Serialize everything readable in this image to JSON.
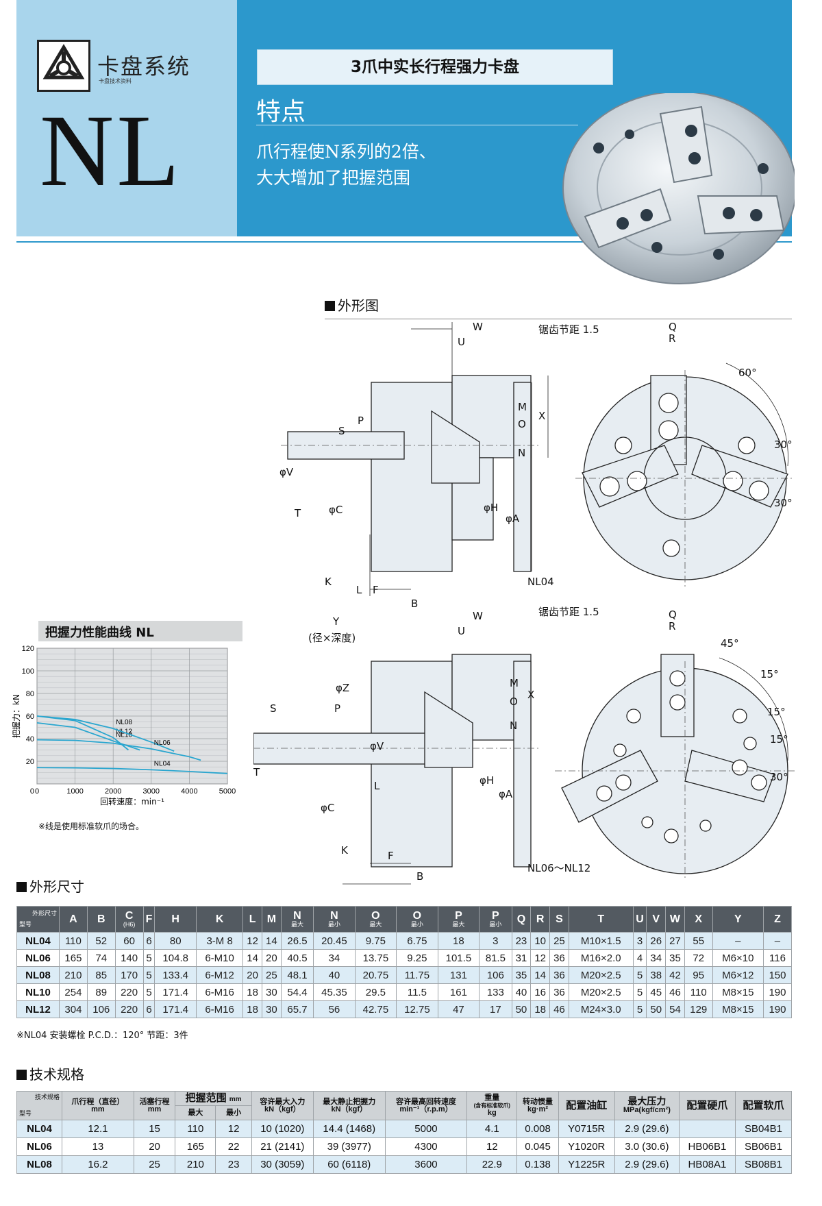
{
  "header": {
    "brand": "卡盘系统",
    "brand_sub": "卡盘技术资料",
    "model": "NL",
    "title": "3爪中实长行程强力卡盘",
    "feature_heading": "特点",
    "feature_lines": [
      "爪行程使N系列的2倍、",
      "大大增加了把握范围"
    ]
  },
  "icons": [
    "kitagawa-logo-icon",
    "chuck-photo"
  ],
  "colors": {
    "band_light": "#a9d5ec",
    "band_dark": "#2c98cc",
    "table_header": "#535a61",
    "row_tint": "#dcecf6"
  },
  "drawing": {
    "heading": "外形图",
    "top": {
      "labels": [
        "W",
        "U",
        "锯齿节距 1.5",
        "M",
        "O",
        "X",
        "P",
        "S",
        "N",
        "φV",
        "T",
        "φC",
        "φH",
        "φA",
        "K",
        "L",
        "F",
        "B",
        "NL04",
        "Q",
        "R",
        "60°",
        "30°",
        "30°"
      ]
    },
    "bottom": {
      "labels": [
        "Y",
        "(径×深度)",
        "W",
        "U",
        "锯齿节距 1.5",
        "φZ",
        "M",
        "O",
        "X",
        "P",
        "S",
        "N",
        "φV",
        "T",
        "L",
        "φH",
        "φA",
        "φC",
        "K",
        "F",
        "B",
        "NL06～NL12",
        "Q",
        "R",
        "45°",
        "15°",
        "15°",
        "15°",
        "30°"
      ]
    }
  },
  "chart_data": {
    "type": "line",
    "title": "把握力性能曲线 NL",
    "xlabel": "回转速度：min⁻¹",
    "ylabel": "把握力：kN",
    "xlim": [
      0,
      5000
    ],
    "ylim": [
      0,
      120
    ],
    "xticks": [
      0,
      1000,
      2000,
      3000,
      4000,
      5000
    ],
    "yticks": [
      20,
      40,
      60,
      80,
      100,
      120
    ],
    "grid": true,
    "note": "※线是使用标准软爪的场合。",
    "series": [
      {
        "name": "NL12",
        "x": [
          0,
          1000,
          2000,
          2400
        ],
        "y": [
          60,
          56,
          41,
          30
        ]
      },
      {
        "name": "NL10",
        "x": [
          0,
          1000,
          2000,
          2700
        ],
        "y": [
          54,
          50,
          38,
          30
        ]
      },
      {
        "name": "NL08",
        "x": [
          0,
          1000,
          2000,
          3000,
          3600
        ],
        "y": [
          60,
          57,
          49,
          37,
          29
        ]
      },
      {
        "name": "NL06",
        "x": [
          0,
          1000,
          2000,
          3000,
          4000,
          4300
        ],
        "y": [
          39,
          38.5,
          36,
          31,
          24,
          21
        ]
      },
      {
        "name": "NL04",
        "x": [
          0,
          1000,
          2000,
          3000,
          4000,
          5000
        ],
        "y": [
          14.4,
          14.2,
          13.6,
          12.5,
          11,
          9.2
        ]
      }
    ]
  },
  "dimensions": {
    "heading": "外形尺寸",
    "corner_top": "外形尺寸",
    "corner_bottom": "型号",
    "columns": [
      {
        "main": "A",
        "sub": ""
      },
      {
        "main": "B",
        "sub": ""
      },
      {
        "main": "C",
        "sub": "(H6)"
      },
      {
        "main": "F",
        "sub": ""
      },
      {
        "main": "H",
        "sub": ""
      },
      {
        "main": "K",
        "sub": ""
      },
      {
        "main": "L",
        "sub": ""
      },
      {
        "main": "M",
        "sub": ""
      },
      {
        "main": "N",
        "sub": "最大"
      },
      {
        "main": "N",
        "sub": "最小"
      },
      {
        "main": "O",
        "sub": "最大"
      },
      {
        "main": "O",
        "sub": "最小"
      },
      {
        "main": "P",
        "sub": "最大"
      },
      {
        "main": "P",
        "sub": "最小"
      },
      {
        "main": "Q",
        "sub": ""
      },
      {
        "main": "R",
        "sub": ""
      },
      {
        "main": "S",
        "sub": ""
      },
      {
        "main": "T",
        "sub": ""
      },
      {
        "main": "U",
        "sub": ""
      },
      {
        "main": "V",
        "sub": ""
      },
      {
        "main": "W",
        "sub": ""
      },
      {
        "main": "X",
        "sub": ""
      },
      {
        "main": "Y",
        "sub": ""
      },
      {
        "main": "Z",
        "sub": ""
      }
    ],
    "rows": [
      [
        "NL04",
        "110",
        "52",
        "60",
        "6",
        "80",
        "3-M 8",
        "12",
        "14",
        "26.5",
        "20.45",
        "9.75",
        "6.75",
        "18",
        "3",
        "23",
        "10",
        "25",
        "M10×1.5",
        "3",
        "26",
        "27",
        "55",
        "–",
        "–"
      ],
      [
        "NL06",
        "165",
        "74",
        "140",
        "5",
        "104.8",
        "6-M10",
        "14",
        "20",
        "40.5",
        "34",
        "13.75",
        "9.25",
        "101.5",
        "81.5",
        "31",
        "12",
        "36",
        "M16×2.0",
        "4",
        "34",
        "35",
        "72",
        "M6×10",
        "116"
      ],
      [
        "NL08",
        "210",
        "85",
        "170",
        "5",
        "133.4",
        "6-M12",
        "20",
        "25",
        "48.1",
        "40",
        "20.75",
        "11.75",
        "131",
        "106",
        "35",
        "14",
        "36",
        "M20×2.5",
        "5",
        "38",
        "42",
        "95",
        "M6×12",
        "150"
      ],
      [
        "NL10",
        "254",
        "89",
        "220",
        "5",
        "171.4",
        "6-M16",
        "18",
        "30",
        "54.4",
        "45.35",
        "29.5",
        "11.5",
        "161",
        "133",
        "40",
        "16",
        "36",
        "M20×2.5",
        "5",
        "45",
        "46",
        "110",
        "M8×15",
        "190"
      ],
      [
        "NL12",
        "304",
        "106",
        "220",
        "6",
        "171.4",
        "6-M16",
        "18",
        "30",
        "65.7",
        "56",
        "42.75",
        "12.75",
        "47",
        "17",
        "50",
        "18",
        "46",
        "M24×3.0",
        "5",
        "50",
        "54",
        "129",
        "M8×15",
        "190"
      ]
    ],
    "note": "※NL04 安装螺栓 P.C.D.：120°  节距：3件"
  },
  "specs": {
    "heading": "技术规格",
    "corner_top": "技术规格",
    "corner_bottom": "型号",
    "col_stroke": "爪行程（直径）",
    "col_stroke_unit": "mm",
    "col_piston": "活塞行程",
    "col_piston_unit": "mm",
    "col_range": "把握范围",
    "col_range_unit": "mm",
    "col_range_max": "最大",
    "col_range_min": "最小",
    "col_input": "容许最大入力",
    "col_input_unit": "kN（kgf）",
    "col_grip": "最大静止把握力",
    "col_grip_unit": "kN（kgf）",
    "col_speed": "容许最高回转速度",
    "col_speed_unit": "min⁻¹（r.p.m）",
    "col_weight": "重量",
    "col_weight_sub": "(含有标准软爪)",
    "col_weight_unit": "kg",
    "col_inertia": "转动惯量",
    "col_inertia_unit": "kg·m²",
    "col_cylinder": "配置油缸",
    "col_pressure": "最大压力",
    "col_pressure_unit": "MPa(kgf/cm²)",
    "col_hard": "配置硬爪",
    "col_soft": "配置软爪",
    "rows": [
      [
        "NL04",
        "12.1",
        "15",
        "110",
        "12",
        "10 (1020)",
        "14.4 (1468)",
        "5000",
        "4.1",
        "0.008",
        "Y0715R",
        "2.9 (29.6)",
        "",
        "SB04B1"
      ],
      [
        "NL06",
        "13",
        "20",
        "165",
        "22",
        "21 (2141)",
        "39 (3977)",
        "4300",
        "12",
        "0.045",
        "Y1020R",
        "3.0 (30.6)",
        "HB06B1",
        "SB06B1"
      ],
      [
        "NL08",
        "16.2",
        "25",
        "210",
        "23",
        "30 (3059)",
        "60 (6118)",
        "3600",
        "22.9",
        "0.138",
        "Y1225R",
        "2.9 (29.6)",
        "HB08A1",
        "SB08B1"
      ]
    ]
  }
}
